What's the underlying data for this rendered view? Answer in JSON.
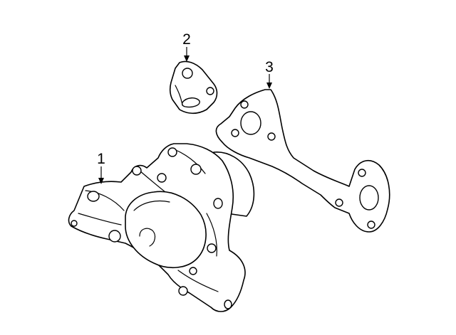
{
  "diagram": {
    "background": "#ffffff",
    "line_color": "#000000",
    "callouts": [
      {
        "id": "callout-1",
        "label": "1",
        "part": "water-pump"
      },
      {
        "id": "callout-2",
        "label": "2",
        "part": "mounting-bracket"
      },
      {
        "id": "callout-3",
        "label": "3",
        "part": "gasket"
      }
    ]
  }
}
